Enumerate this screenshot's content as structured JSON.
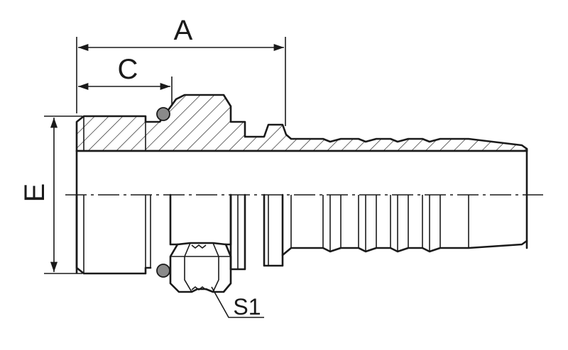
{
  "diagram": {
    "labels": {
      "dim_a": "A",
      "dim_c": "C",
      "dim_e": "E",
      "hex_s1": "S1"
    }
  }
}
